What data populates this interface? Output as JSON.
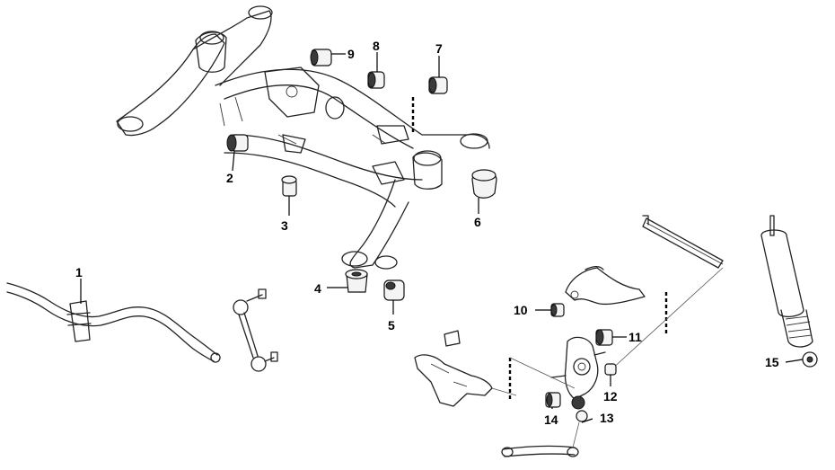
{
  "diagram": {
    "callouts": [
      {
        "id": "1",
        "label": "1"
      },
      {
        "id": "2",
        "label": "2"
      },
      {
        "id": "3",
        "label": "3"
      },
      {
        "id": "4",
        "label": "4"
      },
      {
        "id": "5",
        "label": "5"
      },
      {
        "id": "6",
        "label": "6"
      },
      {
        "id": "7",
        "label": "7"
      },
      {
        "id": "8",
        "label": "8"
      },
      {
        "id": "9",
        "label": "9"
      },
      {
        "id": "10",
        "label": "10"
      },
      {
        "id": "11",
        "label": "11"
      },
      {
        "id": "12",
        "label": "12"
      },
      {
        "id": "13",
        "label": "13"
      },
      {
        "id": "14",
        "label": "14"
      },
      {
        "id": "15",
        "label": "15"
      }
    ],
    "parts": [
      "rear-subframe",
      "stabilizer-bar",
      "stabilizer-link",
      "upper-control-arm",
      "trailing-link",
      "lower-control-arm",
      "knuckle",
      "lateral-link",
      "shock-absorber"
    ]
  }
}
